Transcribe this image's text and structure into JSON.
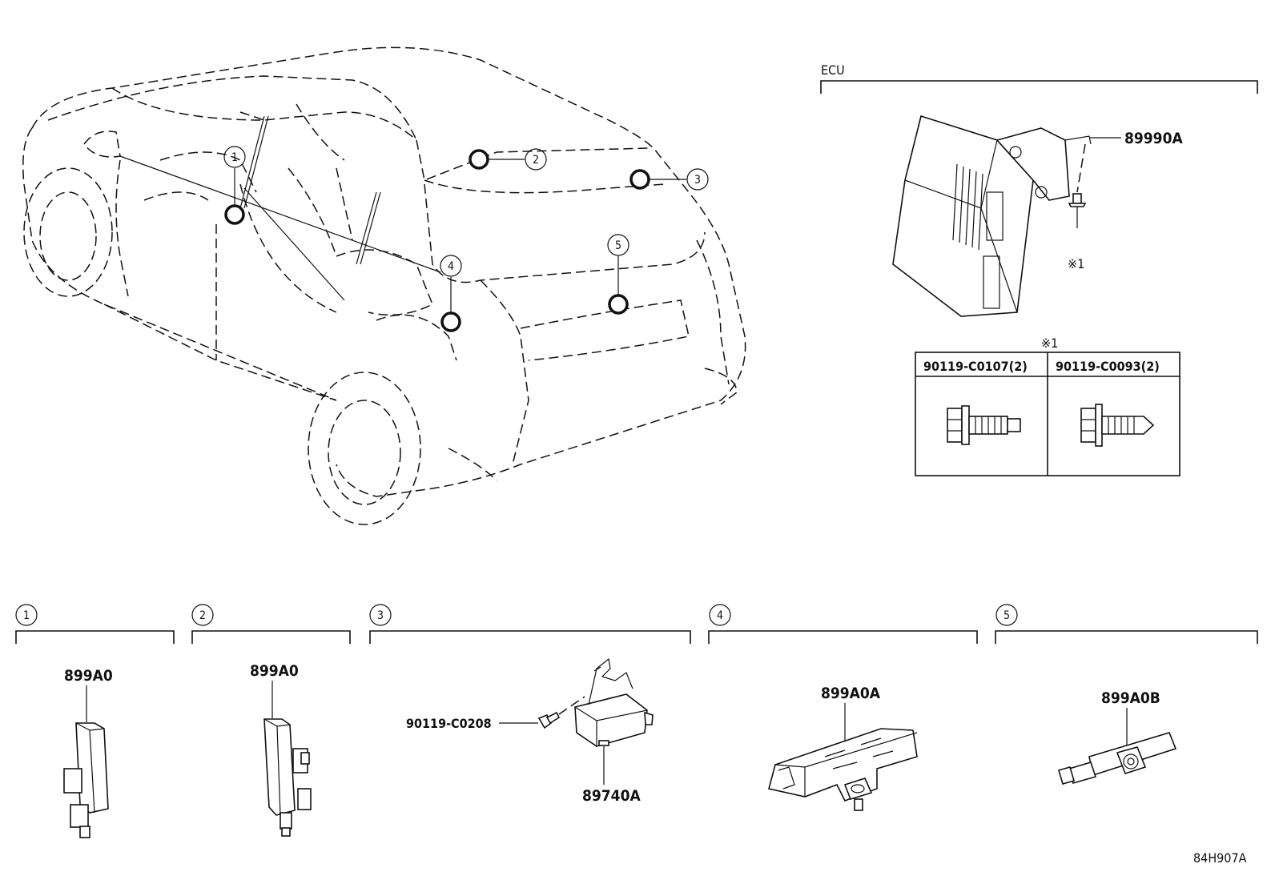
{
  "ecu_section": {
    "label": "ECU",
    "ecu_part": "89990A",
    "bolt_ref": "※1"
  },
  "bolt_table": {
    "ref": "※1",
    "columns": [
      "90119-C0107(2)",
      "90119-C0093(2)"
    ]
  },
  "locations": [
    "1",
    "2",
    "3",
    "4",
    "5"
  ],
  "sections": [
    {
      "num": "1",
      "part": "899A0"
    },
    {
      "num": "2",
      "part": "899A0"
    },
    {
      "num": "3",
      "part": "89740A",
      "bolt": "90119-C0208"
    },
    {
      "num": "4",
      "part": "899A0A"
    },
    {
      "num": "5",
      "part": "899A0B"
    }
  ],
  "figure_code": "84H907A"
}
